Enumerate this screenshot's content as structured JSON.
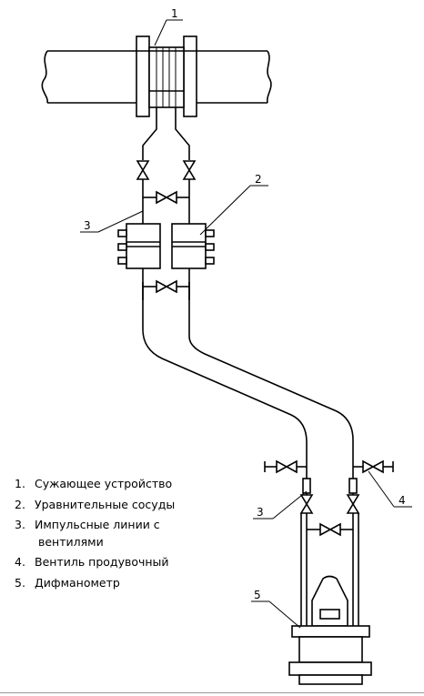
{
  "callouts": {
    "c1": "1",
    "c2": "2",
    "c3_upper": "3",
    "c3_lower": "3",
    "c4": "4",
    "c5": "5"
  },
  "legend": {
    "items": [
      {
        "num": "1.",
        "text": "Сужающее  устройство"
      },
      {
        "num": "2.",
        "text": "Уравнительные  сосуды"
      },
      {
        "num": "3.",
        "text": "Импульсные  линии  с",
        "cont": "вентилями"
      },
      {
        "num": "4.",
        "text": "Вентиль  продувочный"
      },
      {
        "num": "5.",
        "text": "Дифманометр"
      }
    ]
  }
}
